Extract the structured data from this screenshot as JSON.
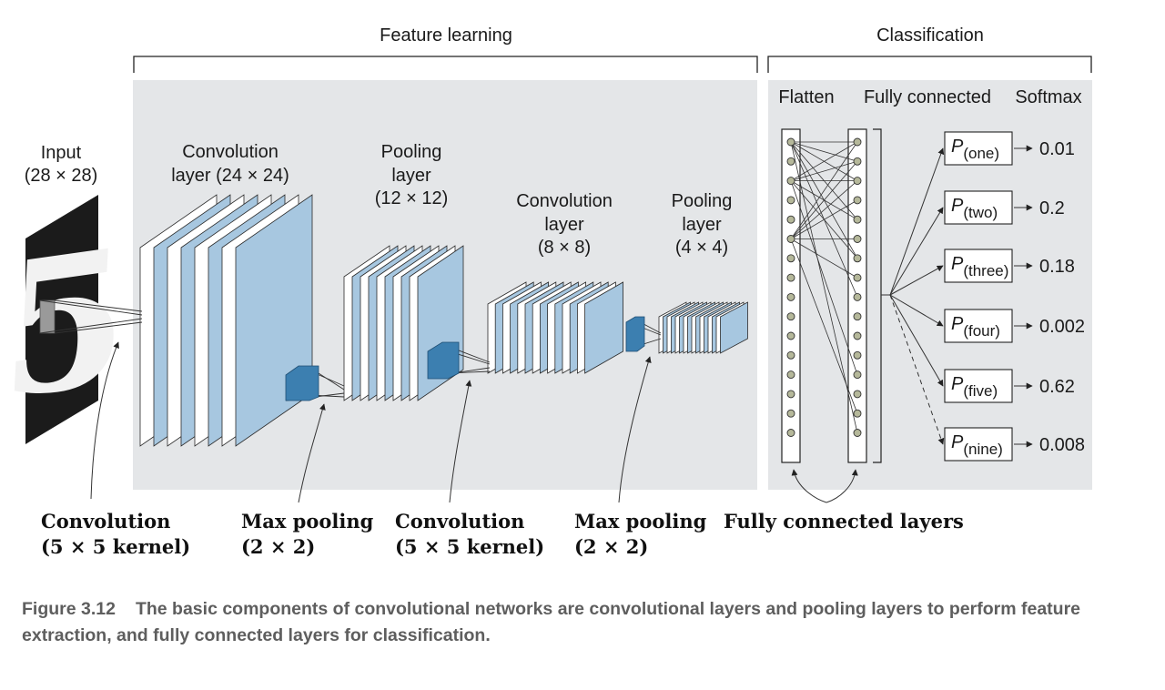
{
  "sections": {
    "feature_learning": "Feature learning",
    "classification": "Classification"
  },
  "input": {
    "title": "Input",
    "size": "(28 × 28)",
    "digit": "5"
  },
  "layers": [
    {
      "line1": "Convolution",
      "line2": "layer (24 × 24)",
      "line3": ""
    },
    {
      "line1": "Pooling",
      "line2": "layer",
      "line3": "(12 × 12)"
    },
    {
      "line1": "Convolution",
      "line2": "layer",
      "line3": "(8 × 8)"
    },
    {
      "line1": "Pooling",
      "line2": "layer",
      "line3": "(4 × 4)"
    }
  ],
  "classification_headers": {
    "flatten": "Flatten",
    "fully_connected": "Fully connected",
    "softmax": "Softmax"
  },
  "outputs": [
    {
      "sub": "(one)",
      "value": "0.01"
    },
    {
      "sub": "(two)",
      "value": "0.2"
    },
    {
      "sub": "(three)",
      "value": "0.18"
    },
    {
      "sub": "(four)",
      "value": "0.002"
    },
    {
      "sub": "(five)",
      "value": "0.62"
    },
    {
      "sub": "(nine)",
      "value": "0.008"
    }
  ],
  "prob_symbol": "P",
  "operations": [
    {
      "line1": "Convolution",
      "line2": "(5 × 5 kernel)"
    },
    {
      "line1": "Max pooling",
      "line2": "(2 × 2)"
    },
    {
      "line1": "Convolution",
      "line2": "(5 × 5 kernel)"
    },
    {
      "line1": "Max pooling",
      "line2": "(2 × 2)"
    },
    {
      "line1": "Fully connected layers",
      "line2": ""
    }
  ],
  "caption": {
    "number": "Figure 3.12",
    "text": "The basic components of convolutional networks are convolutional layers and pooling layers to perform feature extraction, and fully connected layers for classification."
  },
  "colors": {
    "panel": "#e4e6e8",
    "map_fill": "#a7c7e0",
    "map_dark": "#3c7fb0",
    "node": "#b5b89a",
    "caption": "#5e5e5e"
  }
}
